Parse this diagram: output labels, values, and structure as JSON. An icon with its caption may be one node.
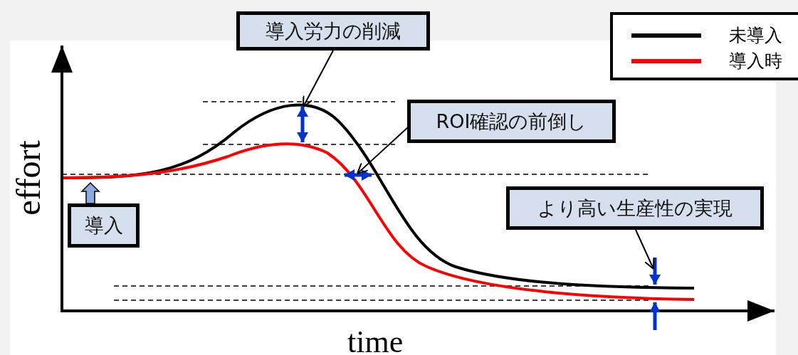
{
  "diagram": {
    "nodes": [
      {
        "text": [
          "導入労力の削減"
        ]
      },
      {
        "text": [
          "ROI確認の前倒し"
        ]
      },
      {
        "text": [
          "導入"
        ]
      },
      {
        "text": [
          "より高い生産性の実現"
        ]
      }
    ],
    "edges": [
      {
        "from": 0,
        "to": null,
        "arrow": "to"
      },
      {
        "from": 1,
        "to": null,
        "arrow": "to"
      },
      {
        "from": 2,
        "to": null,
        "arrow": "to"
      },
      {
        "from": 3,
        "to": null,
        "arrow": "to"
      }
    ],
    "labels": [
      "effort",
      "time"
    ],
    "legend": [
      {
        "text": "未導入"
      },
      {
        "text": "導入時"
      }
    ]
  }
}
